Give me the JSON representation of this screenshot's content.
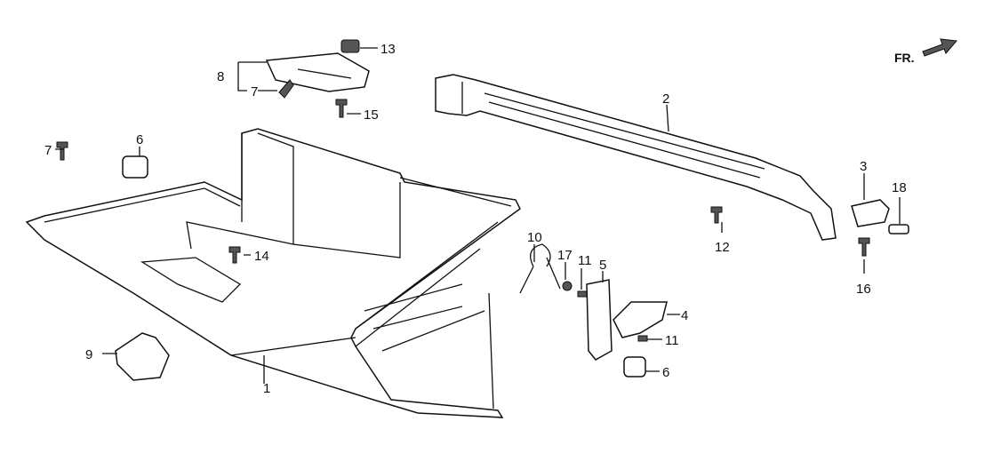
{
  "direction_indicator": {
    "label": "FR."
  },
  "callouts": {
    "c1": "1",
    "c2": "2",
    "c3": "3",
    "c4": "4",
    "c5": "5",
    "c6a": "6",
    "c6b": "6",
    "c7a": "7",
    "c7b": "7",
    "c8": "8",
    "c9": "9",
    "c10": "10",
    "c11a": "11",
    "c11b": "11",
    "c12": "12",
    "c13": "13",
    "c14": "14",
    "c15": "15",
    "c16": "16",
    "c17": "17",
    "c18": "18"
  }
}
